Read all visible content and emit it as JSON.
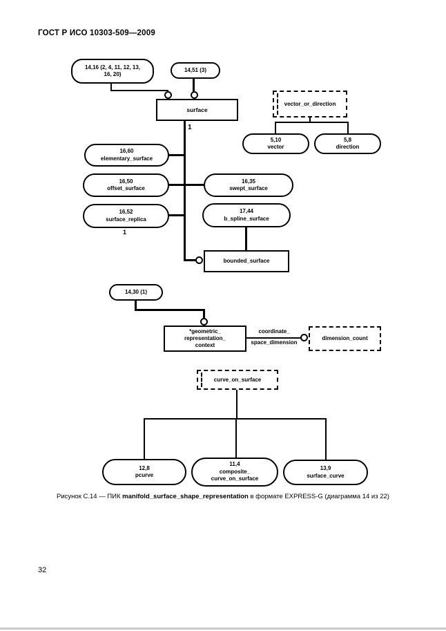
{
  "header": {
    "title": "ГОСТ Р ИСО 10303-509—2009"
  },
  "footer": {
    "page_number": "32"
  },
  "caption": {
    "prefix": "Рисунок С.14 — ПИК ",
    "term": "manifold_surface_shape_representation",
    "suffix": " в формате EXPRESS-G (диаграмма 14 из 22)"
  },
  "diagram": {
    "nodes": {
      "pageref_multi": "14,16 (2, 4, 11, 12, 13,\n16, 20)",
      "pageref_51": "14,51 (3)",
      "surface": "surface",
      "vector_or_direction": "vector_or_direction",
      "vector": "5,10\nvector",
      "direction": "5,8\ndirection",
      "elementary_surface": "16,60\nelementary_surface",
      "offset_surface": "16,50\noffset_surface",
      "swept_surface": "16,35\nswept_surface",
      "surface_replica": "16,52\nsurface_replica",
      "b_spline_surface": "17,44\nb_spline_surface",
      "bounded_surface": "bounded_surface",
      "pageref_30": "14,30 (1)",
      "geometric_representation_context": "*geometric_\nrepresentation_\ncontext",
      "dimension_count": "dimension_count",
      "curve_on_surface": "curve_on_surface",
      "pcurve": "12,8\npcurve",
      "composite_curve_on_surface": "11,4\ncomposite_\ncurve_on_surface",
      "surface_curve": "13,9\nsurface_curve"
    },
    "labels": {
      "surface_subtype_count": "1",
      "replica_count": "1",
      "attr_line1": "coordinate_",
      "attr_line2": "space_dimension"
    }
  }
}
